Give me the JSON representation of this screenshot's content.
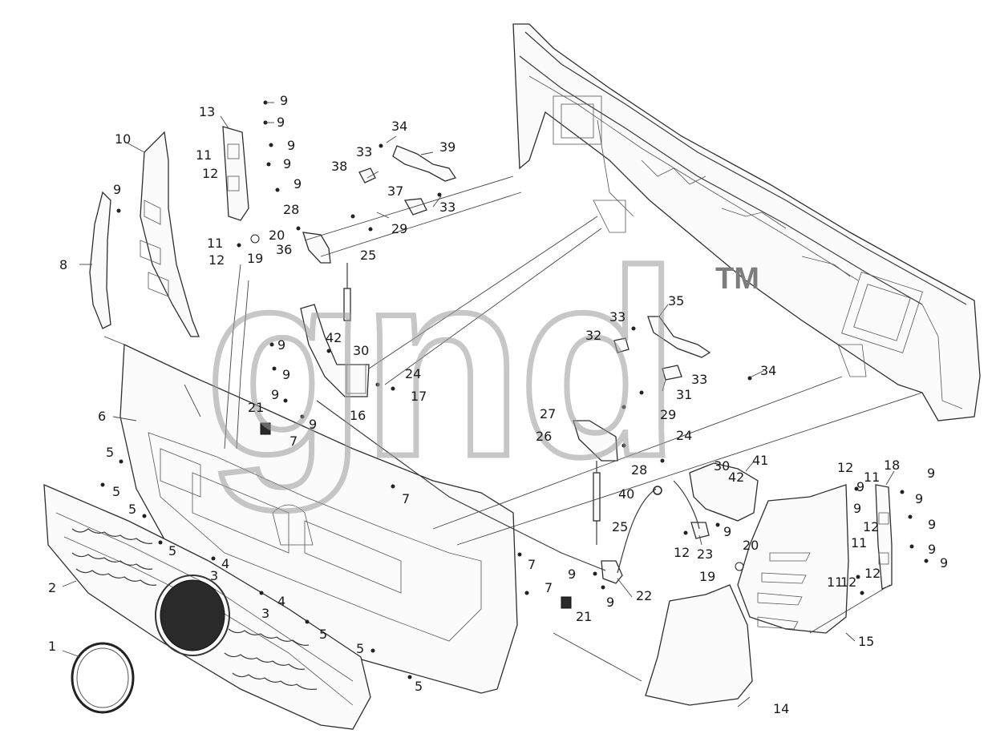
{
  "watermark": {
    "text": "gnd",
    "trademark": "TM"
  },
  "corner_mark": "",
  "callouts": [
    {
      "id": "c1",
      "text": "1"
    },
    {
      "id": "c2",
      "text": "2"
    },
    {
      "id": "c3a",
      "text": "3"
    },
    {
      "id": "c3b",
      "text": "3"
    },
    {
      "id": "c4a",
      "text": "4"
    },
    {
      "id": "c4b",
      "text": "4"
    },
    {
      "id": "c5a",
      "text": "5"
    },
    {
      "id": "c5b",
      "text": "5"
    },
    {
      "id": "c5c",
      "text": "5"
    },
    {
      "id": "c5d",
      "text": "5"
    },
    {
      "id": "c5e",
      "text": "5"
    },
    {
      "id": "c5f",
      "text": "5"
    },
    {
      "id": "c5g",
      "text": "5"
    },
    {
      "id": "c6",
      "text": "6"
    },
    {
      "id": "c7a",
      "text": "7"
    },
    {
      "id": "c7b",
      "text": "7"
    },
    {
      "id": "c7c",
      "text": "7"
    },
    {
      "id": "c7d",
      "text": "7"
    },
    {
      "id": "c8",
      "text": "8"
    },
    {
      "id": "c9a",
      "text": "9"
    },
    {
      "id": "c9b",
      "text": "9"
    },
    {
      "id": "c9c",
      "text": "9"
    },
    {
      "id": "c9d",
      "text": "9"
    },
    {
      "id": "c9e",
      "text": "9"
    },
    {
      "id": "c9f",
      "text": "9"
    },
    {
      "id": "c9g",
      "text": "9"
    },
    {
      "id": "c9h",
      "text": "9"
    },
    {
      "id": "c9i",
      "text": "9"
    },
    {
      "id": "c9j",
      "text": "9"
    },
    {
      "id": "c9k",
      "text": "9"
    },
    {
      "id": "c9l",
      "text": "9"
    },
    {
      "id": "c9m",
      "text": "9"
    },
    {
      "id": "c9n",
      "text": "9"
    },
    {
      "id": "c9o",
      "text": "9"
    },
    {
      "id": "c9p",
      "text": "9"
    },
    {
      "id": "c9q",
      "text": "9"
    },
    {
      "id": "c9r",
      "text": "9"
    },
    {
      "id": "c9s",
      "text": "9"
    },
    {
      "id": "c9t",
      "text": "9"
    },
    {
      "id": "c10",
      "text": "10"
    },
    {
      "id": "c11a",
      "text": "11"
    },
    {
      "id": "c11b",
      "text": "11"
    },
    {
      "id": "c11c",
      "text": "11"
    },
    {
      "id": "c11d",
      "text": "11"
    },
    {
      "id": "c11e",
      "text": "11"
    },
    {
      "id": "c12a",
      "text": "12"
    },
    {
      "id": "c12b",
      "text": "12"
    },
    {
      "id": "c12c",
      "text": "12"
    },
    {
      "id": "c12d",
      "text": "12"
    },
    {
      "id": "c12e",
      "text": "12"
    },
    {
      "id": "c12f",
      "text": "12"
    },
    {
      "id": "c12g",
      "text": "12"
    },
    {
      "id": "c13",
      "text": "13"
    },
    {
      "id": "c14",
      "text": "14"
    },
    {
      "id": "c15",
      "text": "15"
    },
    {
      "id": "c16",
      "text": "16"
    },
    {
      "id": "c17",
      "text": "17"
    },
    {
      "id": "c18",
      "text": "18"
    },
    {
      "id": "c19a",
      "text": "19"
    },
    {
      "id": "c19b",
      "text": "19"
    },
    {
      "id": "c20a",
      "text": "20"
    },
    {
      "id": "c20b",
      "text": "20"
    },
    {
      "id": "c21a",
      "text": "21"
    },
    {
      "id": "c21b",
      "text": "21"
    },
    {
      "id": "c22",
      "text": "22"
    },
    {
      "id": "c23",
      "text": "23"
    },
    {
      "id": "c24a",
      "text": "24"
    },
    {
      "id": "c24b",
      "text": "24"
    },
    {
      "id": "c25a",
      "text": "25"
    },
    {
      "id": "c25b",
      "text": "25"
    },
    {
      "id": "c26",
      "text": "26"
    },
    {
      "id": "c27",
      "text": "27"
    },
    {
      "id": "c28a",
      "text": "28"
    },
    {
      "id": "c28b",
      "text": "28"
    },
    {
      "id": "c29a",
      "text": "29"
    },
    {
      "id": "c29b",
      "text": "29"
    },
    {
      "id": "c30a",
      "text": "30"
    },
    {
      "id": "c30b",
      "text": "30"
    },
    {
      "id": "c31",
      "text": "31"
    },
    {
      "id": "c32",
      "text": "32"
    },
    {
      "id": "c33a",
      "text": "33"
    },
    {
      "id": "c33b",
      "text": "33"
    },
    {
      "id": "c33c",
      "text": "33"
    },
    {
      "id": "c33d",
      "text": "33"
    },
    {
      "id": "c34a",
      "text": "34"
    },
    {
      "id": "c34b",
      "text": "34"
    },
    {
      "id": "c35",
      "text": "35"
    },
    {
      "id": "c36",
      "text": "36"
    },
    {
      "id": "c37",
      "text": "37"
    },
    {
      "id": "c38",
      "text": "38"
    },
    {
      "id": "c39",
      "text": "39"
    },
    {
      "id": "c40",
      "text": "40"
    },
    {
      "id": "c41",
      "text": "41"
    },
    {
      "id": "c42a",
      "text": "42"
    },
    {
      "id": "c42b",
      "text": "42"
    }
  ]
}
